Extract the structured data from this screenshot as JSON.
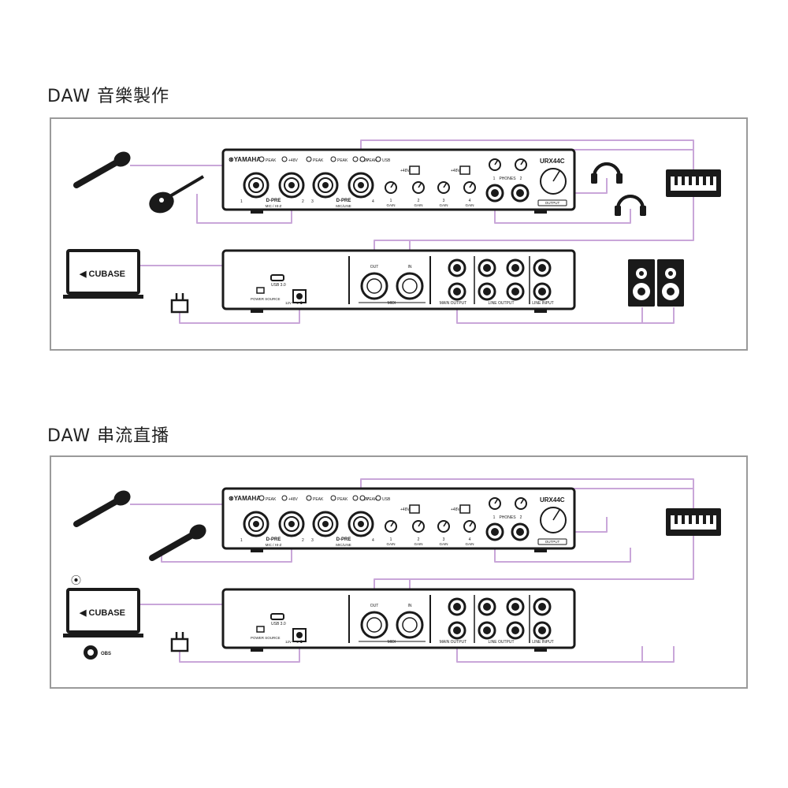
{
  "sections": [
    {
      "title": "DAW 音樂製作",
      "laptop_label": "CUBASE",
      "show_obs": false
    },
    {
      "title": "DAW 串流直播",
      "laptop_label": "CUBASE",
      "show_obs": true,
      "obs_label": "OBS"
    }
  ],
  "device": {
    "brand": "YAMAHA",
    "model": "URX44C",
    "front_labels": {
      "peak": "PEAK",
      "phantom": "+48V",
      "usb": "USB",
      "dpre_1": "D-PRE",
      "dpre_2": "D-PRE",
      "mic_hiz": "MIC / HI-Z",
      "mic_line": "MIC/LINE",
      "gain": "GAIN",
      "phones": "PHONES",
      "output": "OUTPUT",
      "ch": [
        "1",
        "2",
        "3",
        "4"
      ]
    },
    "rear_labels": {
      "usb30": "USB 3.0",
      "power_source": "POWER SOURCE",
      "dc": "12V",
      "midi": "MIDI",
      "midi_out": "OUT",
      "midi_in": "IN",
      "main_output": "MAIN OUTPUT",
      "line_output": "LINE OUTPUT",
      "line_input": "LINE INPUT"
    }
  },
  "colors": {
    "cable": "#c9a6d9",
    "outline": "#1a1a1a",
    "panel_border": "#9a9a9a"
  }
}
